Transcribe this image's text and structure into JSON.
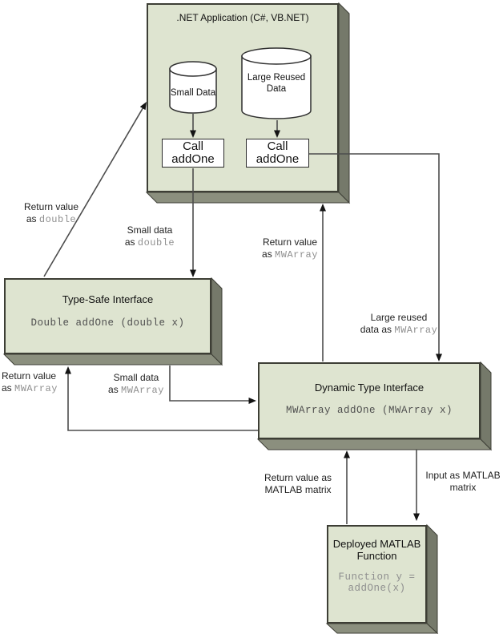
{
  "colors": {
    "box_face": "#dee4d0",
    "box_side_right": "#75796a",
    "box_side_bottom": "#8b8f7e",
    "box_border": "#3d3e35",
    "connector_line": "#4d4d4d",
    "code_text_gray": "#8f8f8f",
    "cylinder_fill": "#ffffff"
  },
  "nodes": {
    "net_app": {
      "title": ".NET Application (C#, VB.NET)"
    },
    "small_store": {
      "label": "Small Data"
    },
    "large_store": {
      "label": "Large Reused Data"
    },
    "call_left": {
      "label": "Call addOne"
    },
    "call_right": {
      "label": "Call addOne"
    },
    "type_safe": {
      "title": "Type-Safe Interface",
      "signature": "Double addOne (double x)"
    },
    "dynamic_type": {
      "title": "Dynamic Type Interface",
      "signature": "MWArray addOne (MWArray x)"
    },
    "deployed_fn": {
      "title": "Deployed MATLAB Function",
      "signature": "Function y = addOne(x)"
    }
  },
  "edges": {
    "return_double": {
      "line1": "Return value",
      "line2_plain": "as ",
      "line2_code": "double"
    },
    "small_double": {
      "line1": "Small data",
      "line2_plain": "as ",
      "line2_code": "double"
    },
    "return_mwarray_right": {
      "line1": "Return value",
      "line2_plain": "as ",
      "line2_code": "MWArray"
    },
    "large_mwarray": {
      "line1": "Large reused",
      "line2_plain": "data as ",
      "line2_code": "MWArray"
    },
    "small_mwarray": {
      "line1": "Small data",
      "line2_plain": "as ",
      "line2_code": "MWArray"
    },
    "return_mwarray_left": {
      "line1": "Return value",
      "line2_plain": "as ",
      "line2_code": "MWArray"
    },
    "return_matlab": {
      "line1": "Return value as",
      "line2": "MATLAB matrix"
    },
    "input_matlab": {
      "line1": "Input as MATLAB",
      "line2": "matrix"
    }
  }
}
